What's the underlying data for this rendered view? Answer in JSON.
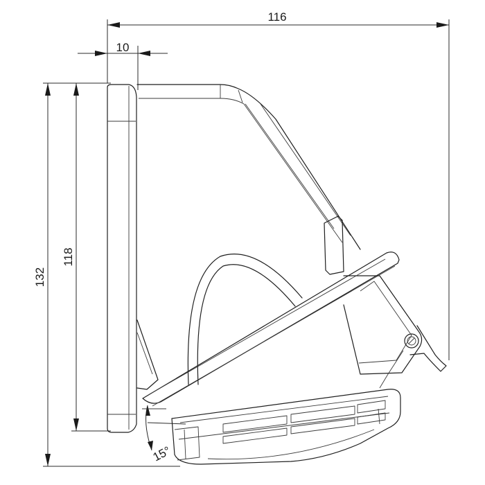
{
  "dimensions": {
    "overall_width": "116",
    "flange_depth": "10",
    "total_height": "132",
    "inner_height": "118",
    "tilt_angle": "15°"
  }
}
